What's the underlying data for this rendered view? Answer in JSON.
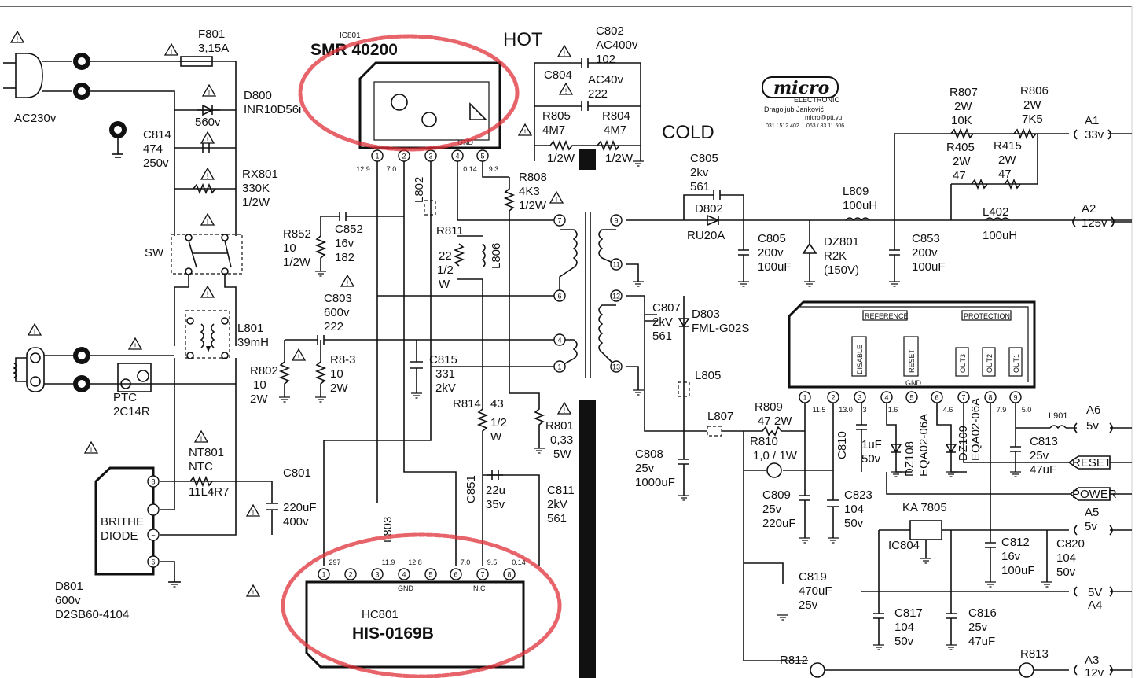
{
  "title": {
    "hot": "HOT",
    "cold": "COLD"
  },
  "logo": {
    "brand": "micro",
    "sub": "ELECTRONIC",
    "owner": "Dragoljub Janković",
    "email": "micro@ptt.yu",
    "phone1": "031 / 512 402",
    "phone2": "063 / 83 11 606"
  },
  "labels": {
    "ac_in": "AC230v",
    "f801": "F801",
    "f801_v": "3,15A",
    "d800": "D800",
    "d800_v": "INR10D56i",
    "d800_sub": "560v",
    "c814": "C814",
    "c814_a": "474",
    "c814_b": "250v",
    "rx801": "RX801",
    "rx801_a": "330K",
    "rx801_b": "1/2W",
    "sw": "SW",
    "l801": "L801",
    "l801_v": "39mH",
    "ptc": "PTC",
    "ptc_v": "2C14R",
    "nt801": "NT801",
    "nt801_a": "NTC",
    "nt801_b": "11L4R7",
    "brithe": "BRITHE",
    "diode": "DIODE",
    "d801": "D801",
    "d801_a": "600v",
    "d801_b": "D2SB60-4104",
    "ic801": "IC801",
    "ic801_v": "SMR 40200",
    "gnd": "GND",
    "c802": "C802",
    "c802_a": "AC400v",
    "c802_b": "102",
    "c804": "C804",
    "c804_a": "AC40v",
    "c804_b": "222",
    "r805": "R805",
    "r805_a": "4M7",
    "r805_b": "1/2W",
    "r804": "R804",
    "r804_a": "4M7",
    "r804_b": "1/2W",
    "r808": "R808",
    "r808_a": "4K3",
    "r808_b": "1/2W",
    "l802": "L802",
    "c852": "C852",
    "c852_a": "16v",
    "c852_b": "182",
    "r852": "R852",
    "r852_a": "10",
    "r852_b": "1/2W",
    "r811": "R811",
    "r811_a": "22",
    "r811_b": "1/2",
    "r811_c": "W",
    "l806": "L806",
    "c803": "C803",
    "c803_a": "600v",
    "c803_b": "222",
    "r802": "R802",
    "r802_a": "10",
    "r802_b": "2W",
    "r83": "R8-3",
    "r83_a": "10",
    "r83_b": "2W",
    "c815": "C815",
    "c815_a": "331",
    "c815_b": "2kV",
    "r814": "R814",
    "r814_a": "43",
    "r814_b": "1/2",
    "r814_c": "W",
    "r801": "R801",
    "r801_a": "0,33",
    "r801_b": "5W",
    "c801": "C801",
    "c801_a": "220uF",
    "c801_b": "400v",
    "c851": "C851",
    "c851_a": "22u",
    "c851_b": "35v",
    "c811": "C811",
    "c811_a": "2kV",
    "c811_b": "561",
    "l803": "L803",
    "hc801": "HC801",
    "hc801_v": "HIS-0169B",
    "nc": "N.C",
    "c805a": "C805",
    "c805a_a": "2kv",
    "c805a_b": "561",
    "d802": "D802",
    "d802_v": "RU20A",
    "c805b": "C805",
    "c805b_a": "200v",
    "c805b_b": "100uF",
    "dz801": "DZ801",
    "dz801_a": "R2K",
    "dz801_b": "(150V)",
    "l809": "L809",
    "l809_v": "100uH",
    "c853": "C853",
    "c853_a": "200v",
    "c853_b": "100uF",
    "r807": "R807",
    "r807_a": "2W",
    "r807_b": "10K",
    "r806": "R806",
    "r806_a": "2W",
    "r806_b": "7K5",
    "r405": "R405",
    "r405_a": "2W",
    "r405_b": "47",
    "r415": "R415",
    "r415_a": "2W",
    "r415_b": "47",
    "l402": "L402",
    "l402_v": "100uH",
    "a1": "A1",
    "a1_v": "33v",
    "a2": "A2",
    "a2_v": "125v",
    "c807": "C807",
    "c807_a": "2kV",
    "c807_b": "561",
    "d803": "D803",
    "d803_v": "FML-G02S",
    "l805": "L805",
    "l807": "L807",
    "r809": "R809",
    "r809_v": "47  2W",
    "r810": "R810",
    "r810_v": "1,0 /  1W",
    "c808": "C808",
    "c808_a": "25v",
    "c808_b": "1000uF",
    "c809": "C809",
    "c809_a": "25v",
    "c809_b": "220uF",
    "c823": "C823",
    "c823_a": "104",
    "c823_b": "50v",
    "c810": "C810",
    "c810_a": "1uF",
    "c810_b": "50v",
    "dz108": "DZ108",
    "dz108_v": "EQA02-06A",
    "dz109": "DZ109",
    "dz109_v": "EQA02-06A",
    "ref": "REFERENCE",
    "prot": "PROTECTION",
    "disable": "DISABLE",
    "reset_p": "RESET",
    "out3": "OUT3",
    "out2": "OUT2",
    "out1": "OUT1",
    "l901": "L901",
    "a6": "A6",
    "a6_v": "5v",
    "c813": "C813",
    "c813_a": "25v",
    "c813_b": "47uF",
    "reset": "RESET",
    "power": "POWER",
    "ka7805": "KA 7805",
    "ic804": "IC804",
    "a5": "A5",
    "a5_v": "5v",
    "c812": "C812",
    "c812_a": "16v",
    "c812_b": "100uF",
    "c820": "C820",
    "c820_a": "104",
    "c820_b": "50v",
    "c819": "C819",
    "c819_a": "470uF",
    "c819_b": "25v",
    "c817": "C817",
    "c817_a": "104",
    "c817_b": "50v",
    "c816": "C816",
    "c816_a": "25v",
    "c816_b": "47uF",
    "a4_v": "5V",
    "a4": "A4",
    "r812": "R812",
    "r813": "R813",
    "a3": "A3",
    "a3_v": "12v"
  },
  "pins": {
    "ic801": [
      "1",
      "2",
      "3",
      "4",
      "5"
    ],
    "ic801_v": [
      "12.9",
      "7.0",
      "0.14",
      "9.3"
    ],
    "hc801": [
      "1",
      "2",
      "3",
      "4",
      "5",
      "6",
      "7",
      "8"
    ],
    "hc801_v": [
      "297",
      "11.9",
      "12.8",
      "7.0",
      "9.5",
      "0.14"
    ],
    "trafo_l": [
      "7",
      "6",
      "4",
      "1"
    ],
    "trafo_r": [
      "9",
      "11",
      "12",
      "13"
    ],
    "ic_r": [
      "1",
      "2",
      "3",
      "4",
      "5",
      "6",
      "7",
      "8",
      "9"
    ],
    "ic_r_v": [
      "11.5",
      "13.0",
      "3",
      "1.6",
      "4.6",
      "7.9",
      "5.0"
    ],
    "brithe": [
      "8",
      "~",
      "~",
      "6"
    ]
  }
}
